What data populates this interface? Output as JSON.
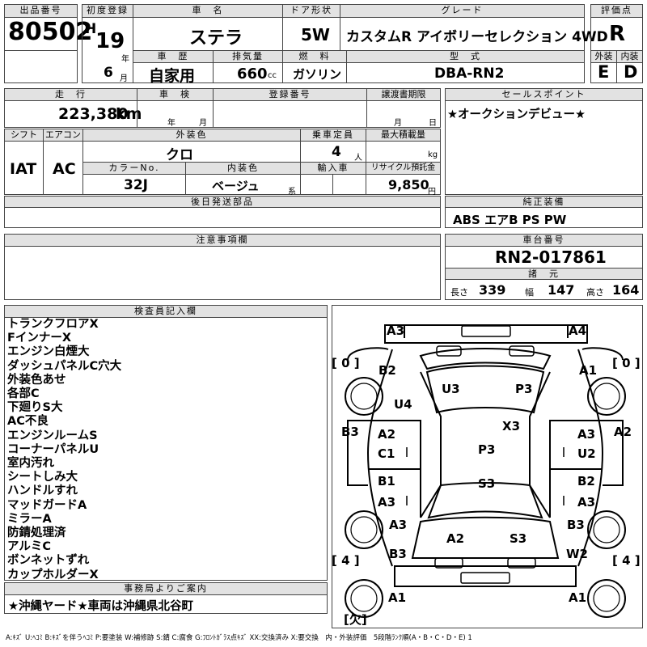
{
  "header": {
    "lot_label": "出品番号",
    "lot": "80502",
    "first_reg_label": "初度登録",
    "era": "H",
    "year": "19",
    "year_unit": "年",
    "month": "6",
    "month_unit": "月",
    "name_label": "車　名",
    "name": "ステラ",
    "doors_label": "ドア形状",
    "doors": "5W",
    "grade_label": "グレード",
    "grade": "カスタムR アイボリーセレクション 4WD",
    "rating_label": "評価点",
    "rating": "R",
    "history_label": "車　歴",
    "history": "自家用",
    "displacement_label": "排気量",
    "displacement": "660",
    "displacement_unit": "cc",
    "fuel_label": "燃　料",
    "fuel": "ガソリン",
    "model_label": "型　式",
    "model": "DBA-RN2",
    "ext_label": "外装",
    "ext": "E",
    "int_label": "内装",
    "int": "D"
  },
  "row2": {
    "mileage_label": "走　行",
    "mileage": "223,380",
    "mileage_unit": "km",
    "inspection_label": "車　検",
    "insp_year_unit": "年",
    "insp_month_unit": "月",
    "plate_label": "登録番号",
    "transfer_label": "譲渡書期限",
    "transfer_month_unit": "月",
    "transfer_day_unit": "日",
    "sales_label": "セールスポイント",
    "sales": "★オークションデビュー★"
  },
  "row3": {
    "shift_label": "シフト",
    "shift": "IAT",
    "ac_label": "エアコン",
    "ac": "AC",
    "color_label": "外装色",
    "color": "クロ",
    "capacity_label": "乗車定員",
    "capacity": "4",
    "capacity_unit": "人",
    "load_label": "最大積載量",
    "load_unit": "kg",
    "color_no_label": "カラーNo.",
    "color_no": "32J",
    "interior_label": "内装色",
    "interior": "ベージュ",
    "interior_unit": "系",
    "import_label": "輸入車",
    "recycle_label": "リサイクル預託金",
    "recycle": "9,850",
    "recycle_unit": "円"
  },
  "later_parts_label": "後日発送部品",
  "equipment_label": "純正装備",
  "equipment": "ABS エアB PS PW",
  "caution_label": "注意事項欄",
  "chassis_label": "車台番号",
  "chassis": "RN2-017861",
  "dims_label": "諸　元",
  "length_label": "長さ",
  "length": "339",
  "width_label": "幅",
  "width": "147",
  "height_label": "高さ",
  "height": "164",
  "inspector_label": "検査員記入欄",
  "inspector_notes": [
    "トランクフロアX",
    "FインナーX",
    "エンジン白煙大",
    "ダッシュパネルC穴大",
    "外装色あせ",
    "各部C",
    "下廻りS大",
    "AC不良",
    "エンジンルームS",
    "コーナーパネルU",
    "室内汚れ",
    "シートしみ大",
    "ハンドルすれ",
    "マッドガードA",
    "ミラーA",
    "防錆処理済",
    "アルミC",
    "ボンネットずれ",
    "カップホルダーX"
  ],
  "office_label": "事務局よりご案内",
  "office": "★沖縄ヤード★車両は沖縄県北谷町",
  "legend": "A:ｷｽﾞ U:ﾍｺﾐ B:ｷｽﾞを伴うﾍｺﾐ P:要塗装 W:補修跡 S:錆 C:腐食 G:ﾌﾛﾝﾄｶﾞﾗｽ点ｷｽﾞ XX:交換済み X:要交換　内・外装評価　5段階ﾗﾝｸ順(A・B・C・D・E) 1",
  "diagram": {
    "tire_labels": [
      "[ 0 ]",
      "[ 0 ]",
      "[ 4 ]",
      "[ 4 ]",
      "[欠]"
    ],
    "damage": [
      "A3",
      "A4",
      "B2",
      "A1",
      "U3",
      "P3",
      "U4",
      "X3",
      "B3",
      "A2",
      "A3",
      "A2",
      "C1",
      "P3",
      "U2",
      "B1",
      "B2",
      "A3",
      "S3",
      "A3",
      "A3",
      "B3",
      "A2",
      "S3",
      "B3",
      "W2",
      "A1",
      "A1"
    ]
  }
}
